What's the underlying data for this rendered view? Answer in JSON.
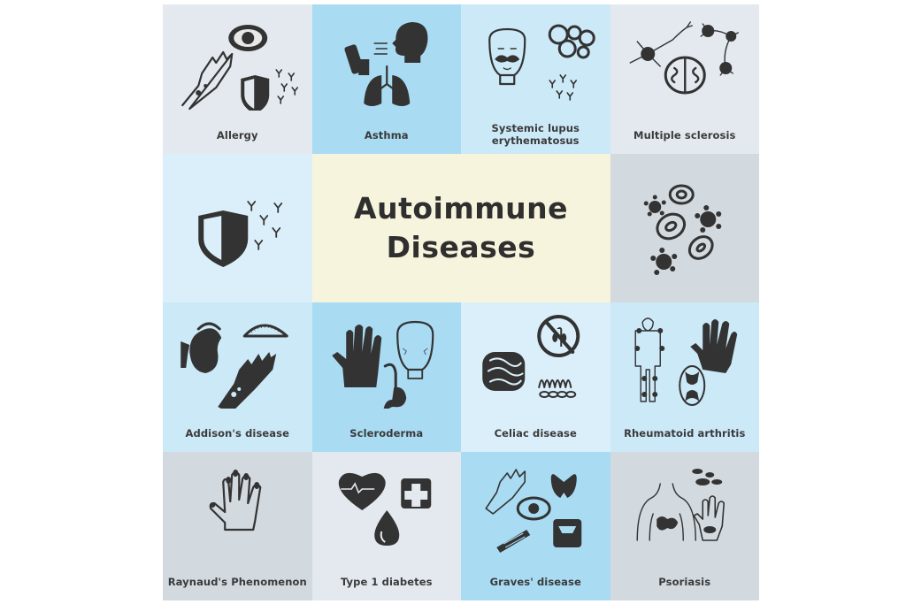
{
  "title": {
    "line1": "Autoimmune",
    "line2": "Diseases",
    "background": "#f6f4dc"
  },
  "cells": [
    {
      "label": "Allergy",
      "bg": "#e3e9ef",
      "icons": [
        "hand-rash-icon",
        "eye-icon",
        "shield-icon",
        "antibodies-icon"
      ]
    },
    {
      "label": "Asthma",
      "bg": "#a9dbf3",
      "icons": [
        "inhaler-icon",
        "head-breathing-icon",
        "lungs-icon"
      ]
    },
    {
      "label": "Systemic lupus erythematosus",
      "label_line1": "Systemic lupus",
      "label_line2": "erythematosus",
      "bg": "#cce9f8",
      "icons": [
        "face-butterfly-rash-icon",
        "cells-cluster-icon",
        "antibodies-icon"
      ]
    },
    {
      "label": "Multiple sclerosis",
      "bg": "#e3e9ef",
      "icons": [
        "neurons-icon",
        "brain-icon"
      ]
    },
    {
      "label": "",
      "bg": "#dbeffa",
      "icons": [
        "shield-icon",
        "antibodies-icon"
      ]
    },
    {
      "label": "",
      "bg": "#d2d9df",
      "icons": [
        "viruses-icon",
        "blood-cells-icon"
      ]
    },
    {
      "label": "Addison's disease",
      "bg": "#cce9f8",
      "icons": [
        "kidney-adrenal-icon",
        "adrenal-gland-icon",
        "hand-pigment-icon"
      ]
    },
    {
      "label": "Scleroderma",
      "bg": "#a9dbf3",
      "icons": [
        "hand-icon",
        "face-skin-icon",
        "esophagus-stomach-icon"
      ]
    },
    {
      "label": "Celiac disease",
      "bg": "#dbeffa",
      "icons": [
        "intestine-icon",
        "no-gluten-icon",
        "villi-icon"
      ]
    },
    {
      "label": "Rheumatoid arthritis",
      "bg": "#cce9f8",
      "icons": [
        "body-joints-icon",
        "hand-icon",
        "joint-icon"
      ]
    },
    {
      "label": "Raynaud's Phenomenon",
      "bg": "#d2d9df",
      "icons": [
        "hand-outline-icon"
      ]
    },
    {
      "label": "Type 1 diabetes",
      "bg": "#e3e9ef",
      "icons": [
        "heart-pulse-icon",
        "medical-cross-icon",
        "blood-drop-icon"
      ]
    },
    {
      "label": "Graves' disease",
      "bg": "#a9dbf3",
      "icons": [
        "shaking-hand-icon",
        "thyroid-icon",
        "eye-icon",
        "muscle-icon",
        "scale-icon"
      ]
    },
    {
      "label": "Psoriasis",
      "bg": "#d2d9df",
      "icons": [
        "torso-plaques-icon",
        "skin-flakes-icon",
        "hand-plaques-icon"
      ]
    }
  ]
}
